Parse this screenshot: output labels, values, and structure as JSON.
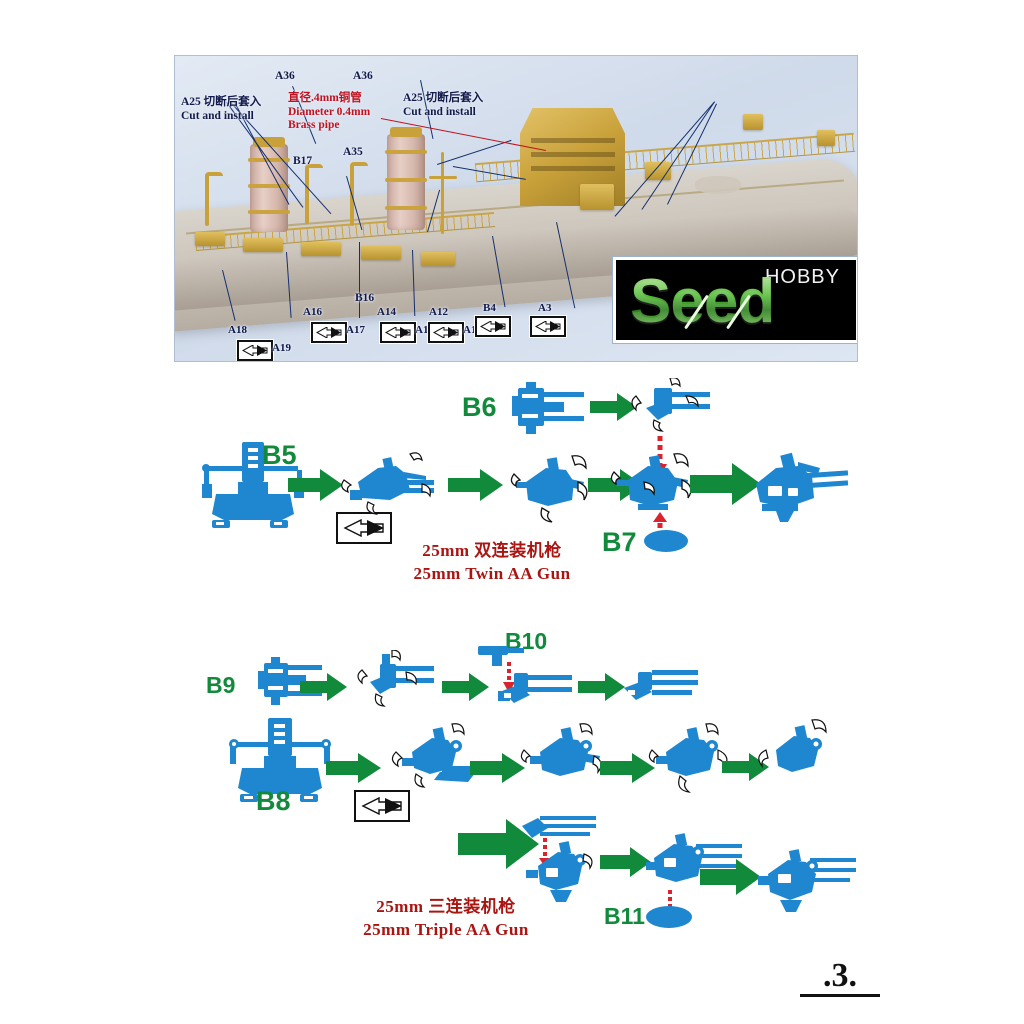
{
  "page": {
    "number": ".3.",
    "background": "#ffffff"
  },
  "photo": {
    "alt": "assembled model ship midsection photo",
    "annotations": [
      {
        "id": "a25-left",
        "cn": "A25 切断后套入",
        "en": "Cut and install"
      },
      {
        "id": "a36-left",
        "cn": "A36",
        "en": ""
      },
      {
        "id": "brass",
        "cn": "直径.4mm铜管",
        "en": "Diameter 0.4mm",
        "en2": "Brass pipe"
      },
      {
        "id": "a36-right",
        "cn": "A36",
        "en": ""
      },
      {
        "id": "a25-right",
        "cn": "A25 切断后套入",
        "en": "Cut and install"
      },
      {
        "id": "a35",
        "cn": "A35",
        "en": ""
      },
      {
        "id": "b17",
        "cn": "B17",
        "en": ""
      },
      {
        "id": "b16",
        "cn": "B16",
        "en": ""
      }
    ],
    "part_callouts": [
      {
        "label": "A18",
        "mirror": false
      },
      {
        "label": "A19",
        "mirror": true
      },
      {
        "label": "A16",
        "mirror": false
      },
      {
        "label": "A17",
        "mirror": true
      },
      {
        "label": "A14",
        "mirror": false
      },
      {
        "label": "A15",
        "mirror": true
      },
      {
        "label": "A12",
        "mirror": false
      },
      {
        "label": "A13",
        "mirror": true
      },
      {
        "label": "B4",
        "mirror": true
      },
      {
        "label": "A3",
        "mirror": true
      }
    ]
  },
  "logo": {
    "top_word": "HOBBY",
    "brand": "Seed",
    "brand_color": "#56bb3a",
    "background": "#000000"
  },
  "assemblies": [
    {
      "id": "twin-aa",
      "caption_cn": "25mm 双连装机枪",
      "caption_en": "25mm Twin AA Gun",
      "caption_color": "#aa1512",
      "parts": [
        {
          "label": "B5",
          "color": "#128a3c"
        },
        {
          "label": "B6",
          "color": "#128a3c"
        },
        {
          "label": "B7",
          "color": "#128a3c"
        }
      ],
      "steps": 6,
      "mirror_note": true
    },
    {
      "id": "triple-aa",
      "caption_cn": "25mm 三连装机枪",
      "caption_en": "25mm Triple AA Gun",
      "caption_color": "#aa1512",
      "parts": [
        {
          "label": "B9",
          "color": "#128a3c"
        },
        {
          "label": "B10",
          "color": "#128a3c"
        },
        {
          "label": "B8",
          "color": "#128a3c"
        },
        {
          "label": "B11",
          "color": "#128a3c"
        }
      ],
      "steps": 9,
      "mirror_note": true
    }
  ],
  "colors": {
    "part_blue": "#1f86d0",
    "arrow_green": "#128a3c",
    "label_green": "#128a3c",
    "red_dash": "#d8242a",
    "caption_red": "#aa1512",
    "annotation_navy": "#121a4a"
  }
}
